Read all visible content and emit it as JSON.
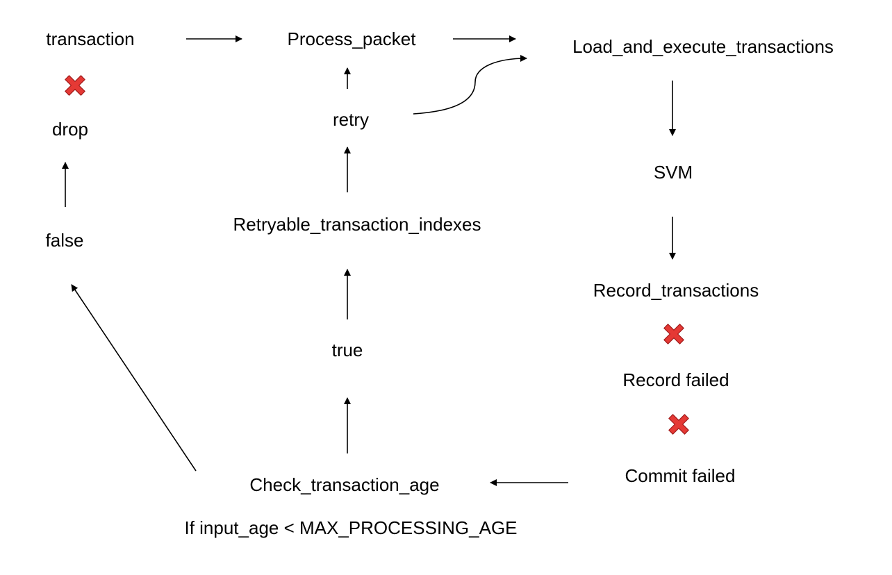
{
  "colors": {
    "text": "#000000",
    "arrow": "#000000",
    "cross_fill": "#e53935",
    "cross_stroke": "#a11c1c",
    "background": "#ffffff"
  },
  "nodes": {
    "transaction": "transaction",
    "process_packet": "Process_packet",
    "load_and_execute": "Load_and_execute_transactions",
    "drop": "drop",
    "retry": "retry",
    "svm": "SVM",
    "false_label": "false",
    "retryable_indexes": "Retryable_transaction_indexes",
    "record_transactions": "Record_transactions",
    "true_label": "true",
    "record_failed": "Record failed",
    "check_transaction_age": "Check_transaction_age",
    "commit_failed": "Commit failed",
    "condition": "If input_age < MAX_PROCESSING_AGE"
  },
  "icons": {
    "failure_marker": "red-cross-icon"
  }
}
